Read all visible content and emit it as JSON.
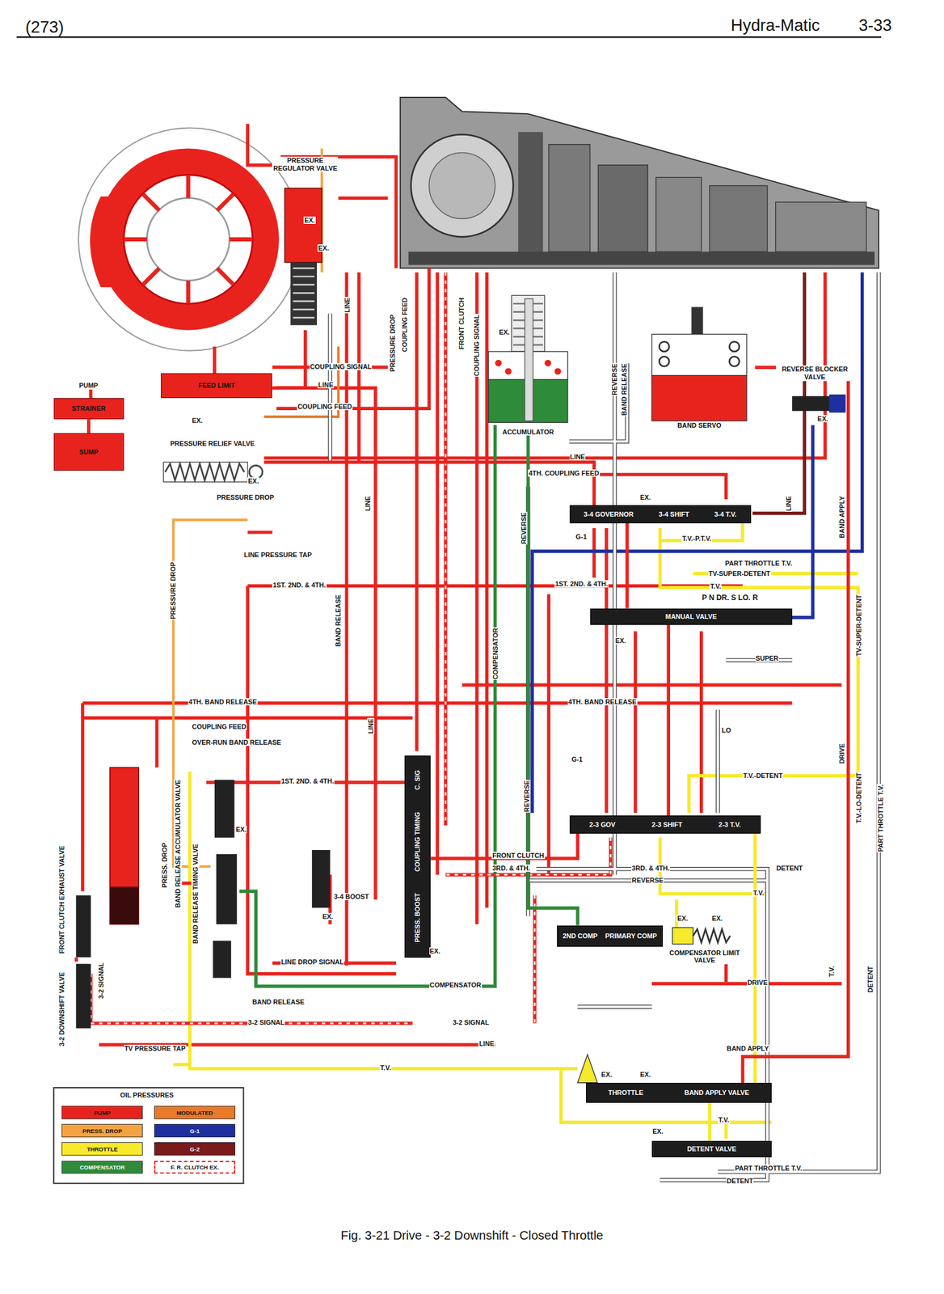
{
  "diagram": {
    "caption": "Fig. 3-21 Drive - 3-2 Downshift - Closed Throttle",
    "nodes": [
      {
        "text": [
          "PRESSURE REGULATOR VALVE"
        ]
      },
      {
        "text": [
          "PUMP"
        ]
      },
      {
        "text": [
          "STRAINER"
        ]
      },
      {
        "text": [
          "SUMP"
        ]
      },
      {
        "text": [
          "FEED LIMIT"
        ]
      },
      {
        "text": [
          "PRESSURE RELIEF VALVE"
        ]
      },
      {
        "text": [
          "ACCUMULATOR"
        ]
      },
      {
        "text": [
          "BAND SERVO"
        ]
      },
      {
        "text": [
          "REVERSE BLOCKER VALVE"
        ]
      },
      {
        "text": [
          "3-4 GOVERNOR",
          "3-4 SHIFT",
          "3-4 T.V."
        ]
      },
      {
        "text": [
          "MANUAL VALVE"
        ]
      },
      {
        "text": [
          "2-3 GOV",
          "2-3 SHIFT",
          "2-3 T.V."
        ]
      },
      {
        "text": [
          "2ND COMP",
          "PRIMARY COMP"
        ]
      },
      {
        "text": [
          "COMPENSATOR LIMIT VALVE"
        ]
      },
      {
        "text": [
          "THROTTLE",
          "BAND APPLY VALVE"
        ]
      },
      {
        "text": [
          "DETENT VALVE"
        ]
      },
      {
        "text": [
          "C. SIG",
          "COUPLING TIMING",
          "PRESS. BOOST"
        ]
      },
      {
        "text": [
          "BAND RELEASE TIMING VALVE"
        ]
      },
      {
        "text": [
          "BAND RELEASE ACCUMULATOR VALVE"
        ]
      },
      {
        "text": [
          "FRONT CLUTCH EXHAUST VALVE"
        ]
      },
      {
        "text": [
          "3-2 DOWNSHIFT VALVE"
        ]
      }
    ],
    "edges": [
      {
        "from": 3,
        "to": 2,
        "arrow": "none"
      },
      {
        "from": 2,
        "to": 1,
        "arrow": "none"
      },
      {
        "from": 1,
        "to": 0,
        "arrow": "none"
      },
      {
        "from": 1,
        "to": 4,
        "arrow": "none"
      },
      {
        "from": 5,
        "to": 9,
        "arrow": "none"
      },
      {
        "from": 9,
        "to": 10,
        "arrow": "none"
      },
      {
        "from": 10,
        "to": 11,
        "arrow": "none"
      },
      {
        "from": 11,
        "to": 14,
        "arrow": "none"
      },
      {
        "from": 14,
        "to": 15,
        "arrow": "none"
      },
      {
        "from": 6,
        "to": 12,
        "arrow": "none"
      },
      {
        "from": 7,
        "to": 14,
        "arrow": "none"
      },
      {
        "from": 8,
        "to": 10,
        "arrow": "none"
      },
      {
        "from": 19,
        "to": 20,
        "arrow": "none"
      },
      {
        "from": 18,
        "to": 17,
        "arrow": "none"
      },
      {
        "from": 16,
        "to": 11,
        "arrow": "none"
      },
      {
        "from": 0,
        "to": 4,
        "arrow": "none"
      }
    ],
    "labels": [
      "(273)",
      "Hydra-Matic",
      "3-33",
      "EX.",
      "EX.",
      "COUPLING SIGNAL",
      "LINE",
      "COUPLING FEED",
      "EX.",
      "EX.",
      "PRESSURE DROP",
      "LINE PRESSURE TAP",
      "LINE",
      "4TH. COUPLING FEED",
      "EX.",
      "T.V.-P.T.V.",
      "PART THROTTLE T.V.",
      "TV-SUPER-DETENT",
      "T.V.",
      "1ST. 2ND. & 4TH.",
      "1ST. 2ND. & 4TH.",
      "G-1",
      "P N DR. S LO. R",
      "EX.",
      "SUPER",
      "4TH. BAND RELEASE",
      "4TH. BAND RELEASE",
      "COUPLING FEED",
      "OVER-RUN BAND RELEASE",
      "1ST. 2ND. & 4TH.",
      "LO",
      "G-1",
      "T.V.-DETENT",
      "FRONT CLUTCH",
      "3RD. & 4TH.",
      "3RD. & 4TH.",
      "DETENT",
      "REVERSE",
      "T.V.",
      "3-4 BOOST",
      "LINE DROP SIGNAL",
      "COMPENSATOR",
      "BAND RELEASE",
      "3-2 SIGNAL",
      "3-2 SIGNAL",
      "LINE",
      "DRIVE",
      "BAND APPLY",
      "TV PRESSURE TAP",
      "T.V.",
      "T.V.",
      "PART THROTTLE T.V.",
      "DETENT",
      "OIL PRESSURES",
      "EX.",
      "EX.",
      "EX.",
      "EX.",
      "EX.",
      "EX.",
      "EX.",
      "EX.",
      "BAND RELEASE",
      "REVERSE",
      "BAND RELEASE",
      "REVERSE",
      "REVERSE",
      "FRONT CLUTCH",
      "PRESSURE DROP",
      "PART THROTTLE T.V.",
      "DETENT",
      "TV-SUPER-DETENT",
      "DRIVE",
      "BAND APPLY",
      "LINE",
      "T.V.-LO-DETENT",
      "T.V.",
      "COMPENSATOR",
      "LINE",
      "LINE",
      "PRESS. DROP",
      "3-2 SIGNAL",
      "COUPLING FEED",
      "LINE",
      "PRESSURE DROP",
      "COUPLING SIGNAL",
      "EX.",
      "EX."
    ],
    "legend": [
      {
        "text": "PUMP",
        "color": "#e8231e"
      },
      {
        "text": "MODULATED",
        "color": "#e87a2a"
      },
      {
        "text": "PRESS. DROP",
        "color": "#f5a340"
      },
      {
        "text": "G-1",
        "color": "#1e2fa0"
      },
      {
        "text": "THROTTLE",
        "color": "#f7e92b"
      },
      {
        "text": "G-2",
        "color": "#7a1a1a"
      },
      {
        "text": "COMPENSATOR",
        "color": "#2e8b3a"
      },
      {
        "text": "F. R. CLUTCH EX."
      }
    ]
  }
}
